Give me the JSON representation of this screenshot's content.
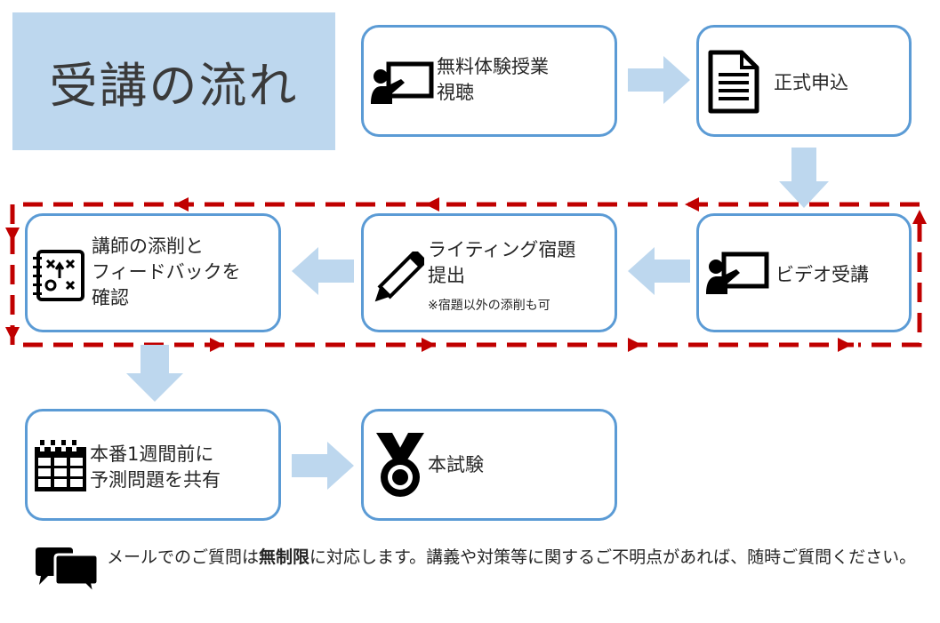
{
  "title": "受講の流れ",
  "steps": {
    "trial": {
      "label": "無料体験授業\n視聴",
      "icon": "presentation-icon"
    },
    "apply": {
      "label": "正式申込",
      "icon": "document-icon"
    },
    "video": {
      "label": "ビデオ受講",
      "icon": "presentation-icon"
    },
    "writing": {
      "label": "ライティング宿題\n提出",
      "note": "※宿題以外の添削も可",
      "icon": "pencil-icon"
    },
    "review": {
      "label": "講師の添削と\nフィードバックを\n確認",
      "icon": "strategy-board-icon"
    },
    "share": {
      "label": "本番1週間前に\n予測問題を共有",
      "icon": "calendar-icon"
    },
    "exam": {
      "label": "本試験",
      "icon": "medal-icon"
    }
  },
  "footer": {
    "icon": "chat-bubbles-icon",
    "text_before": "メールでのご質問は",
    "text_bold": "無制限",
    "text_after": "に対応します。講義や対策等に関するご不明点があれば、随時ご質問ください。"
  },
  "colors": {
    "title_bg": "#bdd7ee",
    "box_border": "#5b9bd5",
    "arrow": "#bdd7ee",
    "loop_dash": "#c00000"
  }
}
